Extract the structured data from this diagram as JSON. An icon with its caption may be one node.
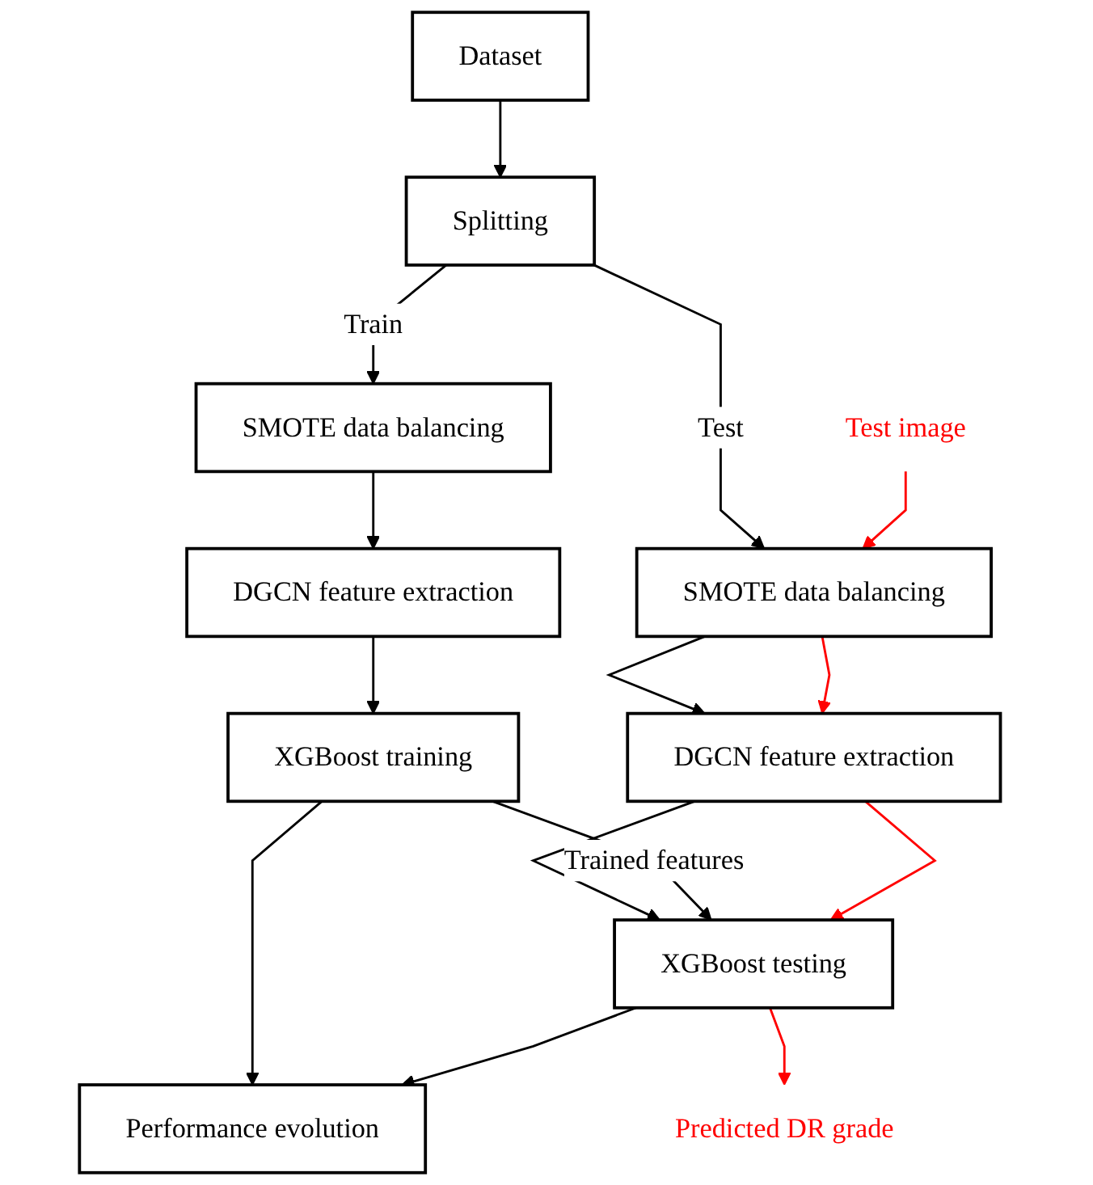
{
  "diagram": {
    "nodes": [
      {
        "text": [
          "Dataset"
        ]
      },
      {
        "text": [
          "Splitting"
        ]
      },
      {
        "text": [
          "SMOTE data balancing"
        ]
      },
      {
        "text": [
          "DGCN feature extraction"
        ]
      },
      {
        "text": [
          "XGBoost training"
        ]
      },
      {
        "text": [
          "SMOTE data balancing"
        ]
      },
      {
        "text": [
          "DGCN feature extraction"
        ]
      },
      {
        "text": [
          "XGBoost testing"
        ]
      },
      {
        "text": [
          "Performance evolution"
        ]
      },
      {
        "text": [
          "Test image"
        ]
      },
      {
        "text": [
          "Predicted DR grade"
        ]
      }
    ],
    "edges": [
      {
        "from": 0,
        "to": 1,
        "arrow": "to"
      },
      {
        "from": 1,
        "to": 2,
        "arrow": "to",
        "label": "Train"
      },
      {
        "from": 1,
        "to": 5,
        "arrow": "to",
        "label": "Test"
      },
      {
        "from": 2,
        "to": 3,
        "arrow": "to"
      },
      {
        "from": 3,
        "to": 4,
        "arrow": "to"
      },
      {
        "from": 5,
        "to": 6,
        "arrow": "to"
      },
      {
        "from": 6,
        "to": 7,
        "arrow": "to"
      },
      {
        "from": 4,
        "to": 7,
        "arrow": "to",
        "label": "Trained features"
      },
      {
        "from": 4,
        "to": 8,
        "arrow": "to"
      },
      {
        "from": 7,
        "to": 8,
        "arrow": "to"
      },
      {
        "from": 9,
        "to": 5,
        "arrow": "to",
        "color": "#ff0000"
      },
      {
        "from": 5,
        "to": 6,
        "arrow": "to",
        "color": "#ff0000"
      },
      {
        "from": 6,
        "to": 7,
        "arrow": "to",
        "color": "#ff0000"
      },
      {
        "from": 7,
        "to": 10,
        "arrow": "to",
        "color": "#ff0000"
      }
    ]
  }
}
